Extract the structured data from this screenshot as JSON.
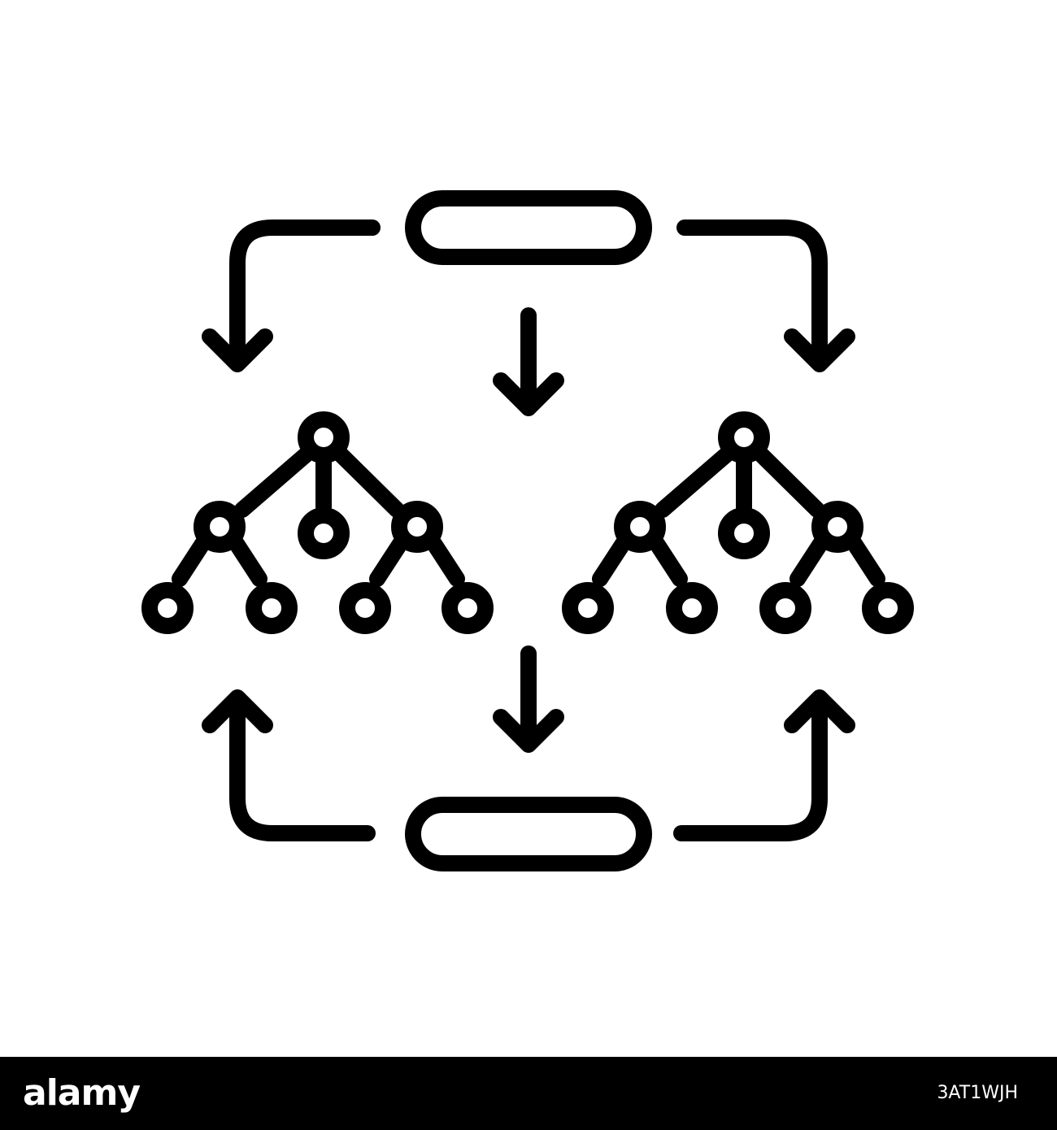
{
  "footer": {
    "brand": "alamy",
    "image_id": "3AT1WJH"
  },
  "colors": {
    "background": "#ffffff",
    "stroke": "#000000",
    "footer_bg": "#000000",
    "footer_text": "#ffffff"
  },
  "icons": {
    "main": "process-flow-hierarchy-icon",
    "nodes": [
      "top-pill",
      "left-tree",
      "right-tree",
      "bottom-pill"
    ]
  }
}
